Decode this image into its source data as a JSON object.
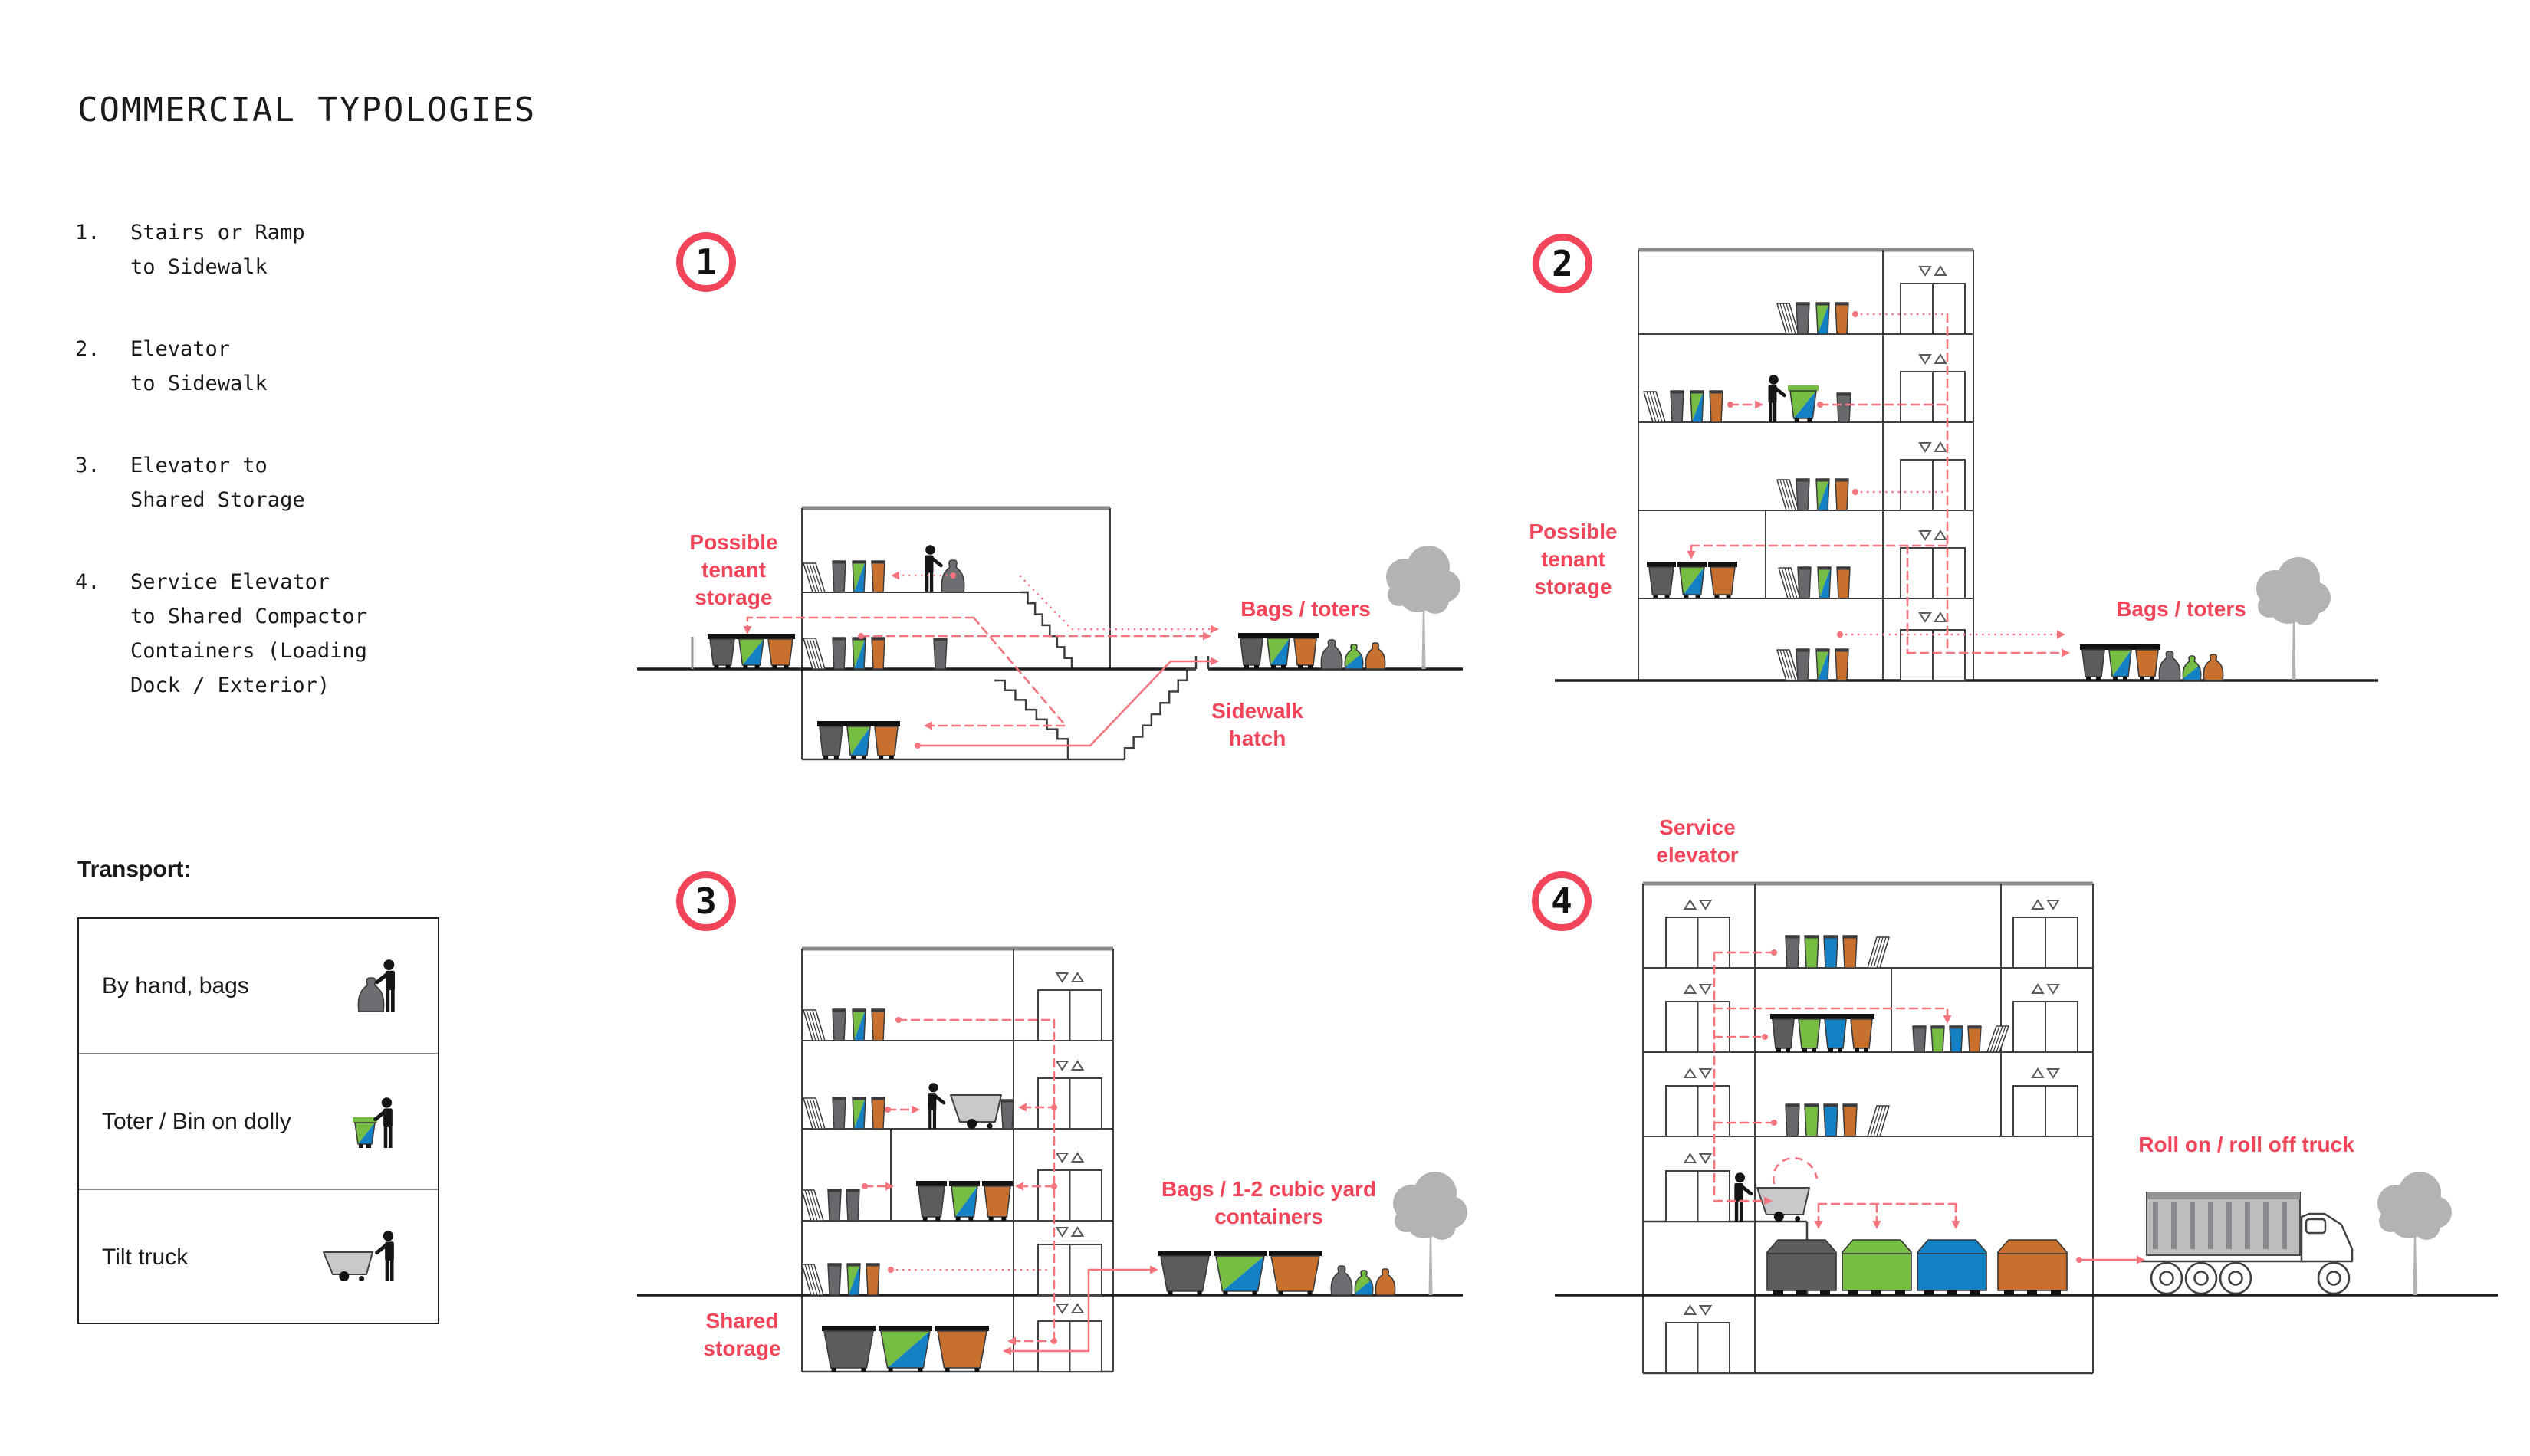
{
  "title": "COMMERCIAL TYPOLOGIES",
  "typologies": [
    {
      "num": "1.",
      "badge": "1",
      "label": "Stairs or Ramp\nto Sidewalk"
    },
    {
      "num": "2.",
      "badge": "2",
      "label": "Elevator\nto Sidewalk"
    },
    {
      "num": "3.",
      "badge": "3",
      "label": "Elevator to\nShared Storage"
    },
    {
      "num": "4.",
      "badge": "4",
      "label": "Service Elevator\nto Shared Compactor\nContainers (Loading\nDock / Exterior)"
    }
  ],
  "transport": {
    "heading": "Transport:",
    "items": [
      {
        "label": "By hand, bags",
        "icon": "person-with-bag-icon"
      },
      {
        "label": "Toter / Bin on dolly",
        "icon": "person-with-toter-icon"
      },
      {
        "label": "Tilt truck",
        "icon": "person-with-tilt-truck-icon"
      }
    ]
  },
  "diagram_labels": {
    "d1_tenant_storage": "Possible\ntenant\nstorage",
    "d1_bags_toters": "Bags / toters",
    "d1_sidewalk_hatch": "Sidewalk\nhatch",
    "d2_tenant_storage": "Possible\ntenant\nstorage",
    "d2_bags_toters": "Bags / toters",
    "d3_shared_storage": "Shared\nstorage",
    "d3_containers": "Bags / 1-2 cubic yard\ncontainers",
    "d4_service_elevator": "Service\nelevator",
    "d4_truck": "Roll on / roll off truck"
  },
  "colors": {
    "red": "#f2455a",
    "pink": "#f4757e",
    "gray_bin": "#5b5c5e",
    "slim_gray": "#66686b",
    "green": "#76bd43",
    "blue": "#1581c5",
    "orange": "#c8702e",
    "tree": "#b1b3b5",
    "cart": "#c8c9cb",
    "line": "#3f3f41",
    "ground": "#1d1d1f",
    "top_border": "#8a8c8f",
    "truck_body": "#bcbec0",
    "black": "#111111"
  }
}
